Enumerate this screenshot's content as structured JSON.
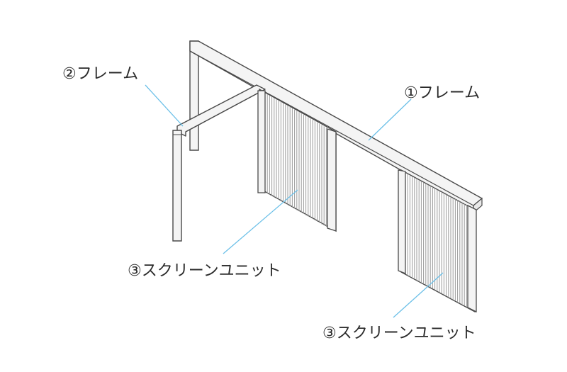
{
  "labels": {
    "frame_2": "②フレーム",
    "frame_1": "①フレーム",
    "screen_unit_a": "③スクリーンユニット",
    "screen_unit_b": "③スクリーンユニット"
  },
  "colors": {
    "frame_outline": "#4a4a4a",
    "frame_fill": "#f4f4f4",
    "screen_stripe": "#9a9a9a",
    "leader_line": "#6cc0e8",
    "text": "#2b2b2b"
  }
}
